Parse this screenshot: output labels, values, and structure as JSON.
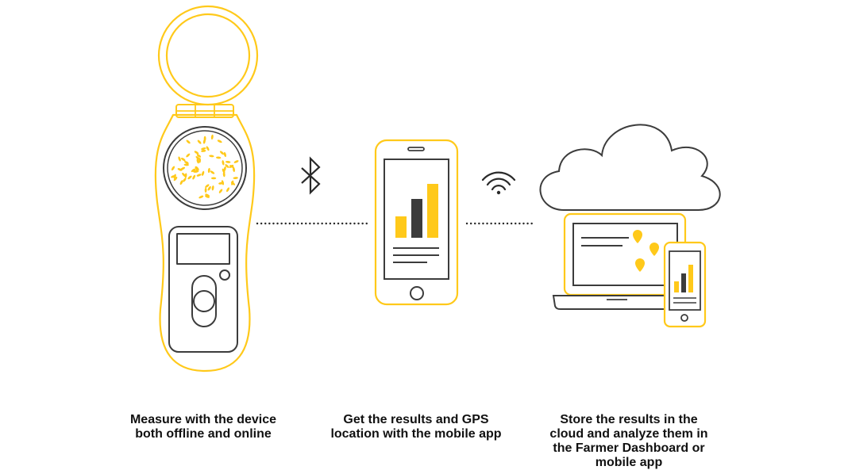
{
  "colors": {
    "accent": "#FFC91A",
    "ink": "#3C3C3C",
    "dots": "#2A2A2A",
    "text": "#111111",
    "background": "#FFFFFF"
  },
  "icons": [
    "bluetooth-icon",
    "wifi-icon",
    "cloud-icon",
    "location-pin-icon",
    "bar-chart-icon"
  ],
  "steps": [
    {
      "lines": [
        "Measure with the device",
        "both offline and online"
      ]
    },
    {
      "lines": [
        "Get the results and GPS",
        "location with the mobile app"
      ]
    },
    {
      "lines": [
        "Store the results in the",
        "cloud and analyze them in",
        "the Farmer Dashboard or",
        "mobile app"
      ]
    }
  ]
}
